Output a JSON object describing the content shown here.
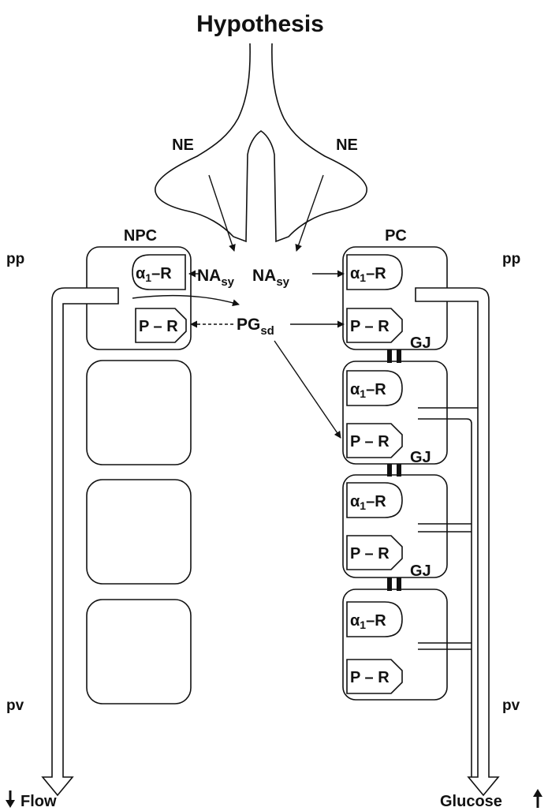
{
  "title": "Hypothesis",
  "nerve": {
    "left_label": "NE",
    "right_label": "NE"
  },
  "cells": {
    "npc_label": "NPC",
    "pc_label": "PC"
  },
  "periportal": {
    "left": "pp",
    "right": "pp"
  },
  "perivenous": {
    "left": "pv",
    "right": "pv"
  },
  "mediators": {
    "na_left": "NA",
    "na_left_sub": "sy",
    "na_right": "NA",
    "na_right_sub": "sy",
    "pg": "PG",
    "pg_sub": "sd"
  },
  "receptors": {
    "alpha_prefix": "α",
    "alpha_sub": "1",
    "alpha_suffix": "–R",
    "p": "P – R"
  },
  "gap_junction": "GJ",
  "outputs": {
    "flow": "Flow",
    "glucose": "Glucose"
  },
  "colors": {
    "ink": "#111111",
    "background": "#ffffff"
  }
}
